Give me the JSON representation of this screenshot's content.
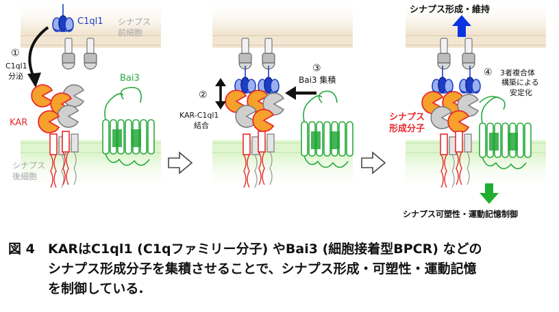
{
  "colors": {
    "pre_membrane": "#f2e6d2",
    "post_membrane": "#dff5cf",
    "kar_red": "#e8272b",
    "kar_orange": "#f5a12c",
    "c1ql1_blue": "#1b3ec4",
    "c1ql1_blue_light": "#9bb0f0",
    "bai3_green": "#25a83a",
    "arrow_blue": "#0a34e0",
    "arrow_green": "#1fae30",
    "gray_label": "#a6a6a6"
  },
  "panel1": {
    "c1ql1": "C1ql1",
    "pre_label_line1": "シナプス",
    "pre_label_line2": "前細胞",
    "step1_num": "①",
    "step1_line1": "C1ql1",
    "step1_line2": "分泌",
    "kar": "KAR",
    "bai3": "Bai3",
    "post_label_line1": "シナプス",
    "post_label_line2": "後細胞"
  },
  "panel2": {
    "step2_num": "②",
    "step2_line1": "KAR-C1ql1",
    "step2_line2": "結合",
    "step3_num": "③",
    "step3_text": "Bai3 集積"
  },
  "panel3": {
    "top_label": "シナプス形成・維持",
    "step4_num": "④",
    "step4_line1": "3者複合体",
    "step4_line2": "構築による",
    "step4_line3": "安定化",
    "organizer_line1": "シナプス",
    "organizer_line2": "形成分子",
    "bottom_label": "シナプス可塑性・運動記憶制御"
  },
  "caption": {
    "fig_num": "図 4",
    "line1": "KARはC1ql1 (C1qファミリー分子) やBai3 (細胞接着型BPCR) などの",
    "line2": "シナプス形成分子を集積させることで、シナプス形成・可塑性・運動記憶",
    "line3": "を制御している."
  }
}
